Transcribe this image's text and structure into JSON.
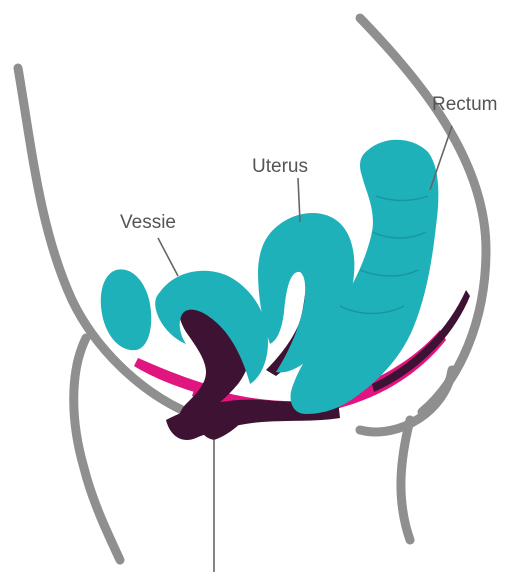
{
  "labels": {
    "rectum": "Rectum",
    "uterus": "Uterus",
    "vessie": "Vessie"
  },
  "colors": {
    "organ_teal": "#1fb1ba",
    "tissue_dark": "#3d1233",
    "muscle_magenta": "#e0157f",
    "body_outline": "#8f8f8f",
    "label_text": "#555555"
  }
}
